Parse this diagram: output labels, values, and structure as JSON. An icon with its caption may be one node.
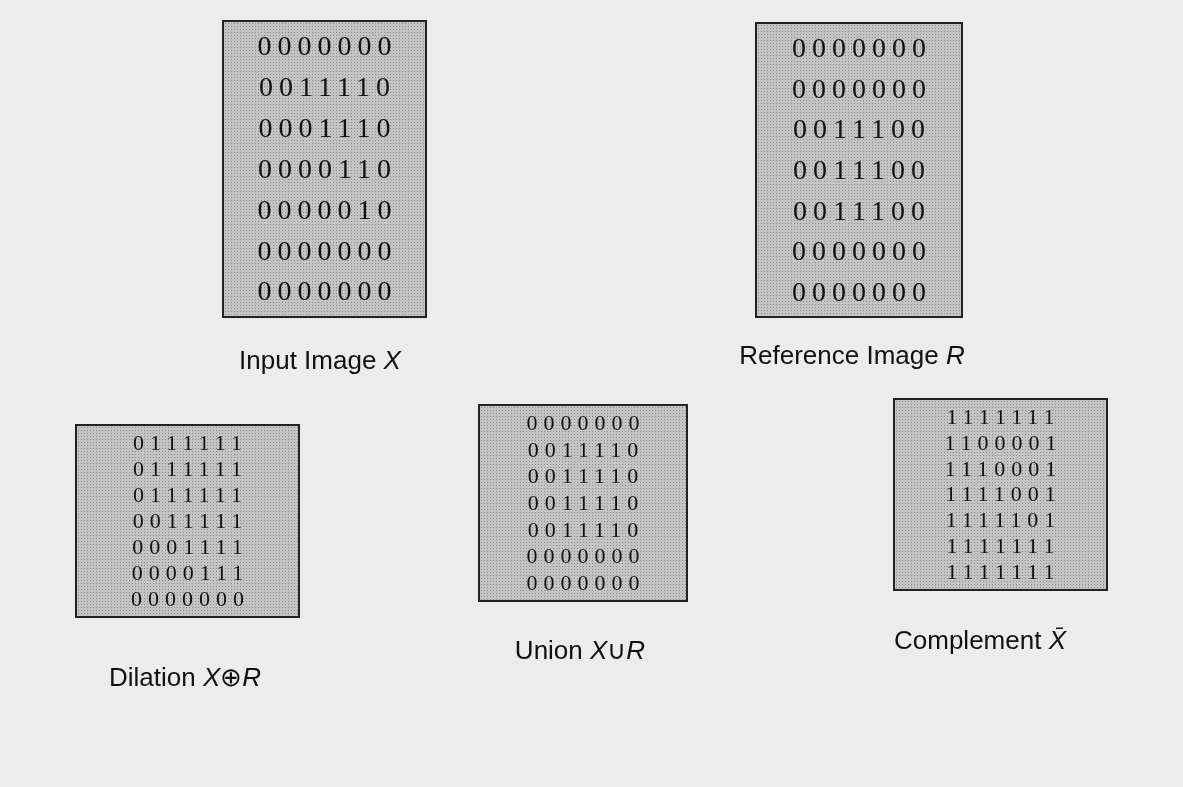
{
  "diagram": {
    "nodes": [
      {
        "text": [
          "0000000",
          "0011110",
          "0001110",
          "0000110",
          "0000010",
          "0000000",
          "0000000"
        ],
        "beside": [
          "Input Image *X*"
        ]
      },
      {
        "text": [
          "0000000",
          "0000000",
          "0011100",
          "0011100",
          "0011100",
          "0000000",
          "0000000"
        ],
        "beside": [
          "Reference Image *R*"
        ]
      },
      {
        "text": [
          "0111111",
          "0111111",
          "0111111",
          "0011111",
          "0001111",
          "0000111",
          "0000000"
        ],
        "beside": [
          "Dilation *X*⊕*R*"
        ]
      },
      {
        "text": [
          "0000000",
          "0011110",
          "0011110",
          "0011110",
          "0011110",
          "0000000",
          "0000000"
        ],
        "beside": [
          "Union *X*∪*R*"
        ]
      },
      {
        "text": [
          "1111111",
          "1100001",
          "1110001",
          "1111001",
          "1111101",
          "1111111",
          "1111111"
        ],
        "beside": [
          "Complement *X̄*"
        ]
      }
    ]
  }
}
